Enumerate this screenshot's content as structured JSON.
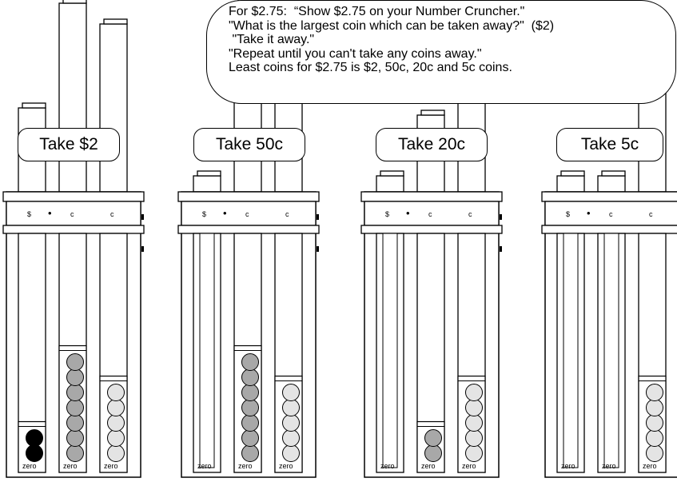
{
  "bubble": {
    "lines": [
      "For $2.75:  “Show $2.75 on your Number Cruncher.\"",
      "\"What is the largest coin which can be taken away?\"  ($2)",
      " \"Take it away.\"",
      "\"Repeat until you can't take any coins away.\"",
      "Least coins for $2.75 is $2, 50c, 20c and 5c coins."
    ]
  },
  "steps": [
    {
      "label": "Take $2",
      "header": {
        "dollar": "$",
        "dot": "•",
        "c1": "c",
        "c2": "c"
      },
      "zero_label": "zero",
      "coins": {
        "dollars": 2,
        "tens": 7,
        "ones": 5
      }
    },
    {
      "label": "Take 50c",
      "header": {
        "dollar": "$",
        "dot": "•",
        "c1": "c",
        "c2": "c"
      },
      "zero_label": "zero",
      "coins": {
        "dollars": 0,
        "tens": 7,
        "ones": 5
      }
    },
    {
      "label": "Take 20c",
      "header": {
        "dollar": "$",
        "dot": "•",
        "c1": "c",
        "c2": "c"
      },
      "zero_label": "zero",
      "coins": {
        "dollars": 0,
        "tens": 2,
        "ones": 5
      }
    },
    {
      "label": "Take 5c",
      "header": {
        "dollar": "$",
        "dot": "•",
        "c1": "c",
        "c2": "c"
      },
      "zero_label": "zero",
      "coins": {
        "dollars": 0,
        "tens": 0,
        "ones": 5
      }
    }
  ],
  "colors": {
    "dollar_coin": "#000000",
    "ten_coin": "#a8a8a8",
    "one_coin": "#e4e4e4",
    "line": "#000000",
    "background": "#ffffff"
  }
}
